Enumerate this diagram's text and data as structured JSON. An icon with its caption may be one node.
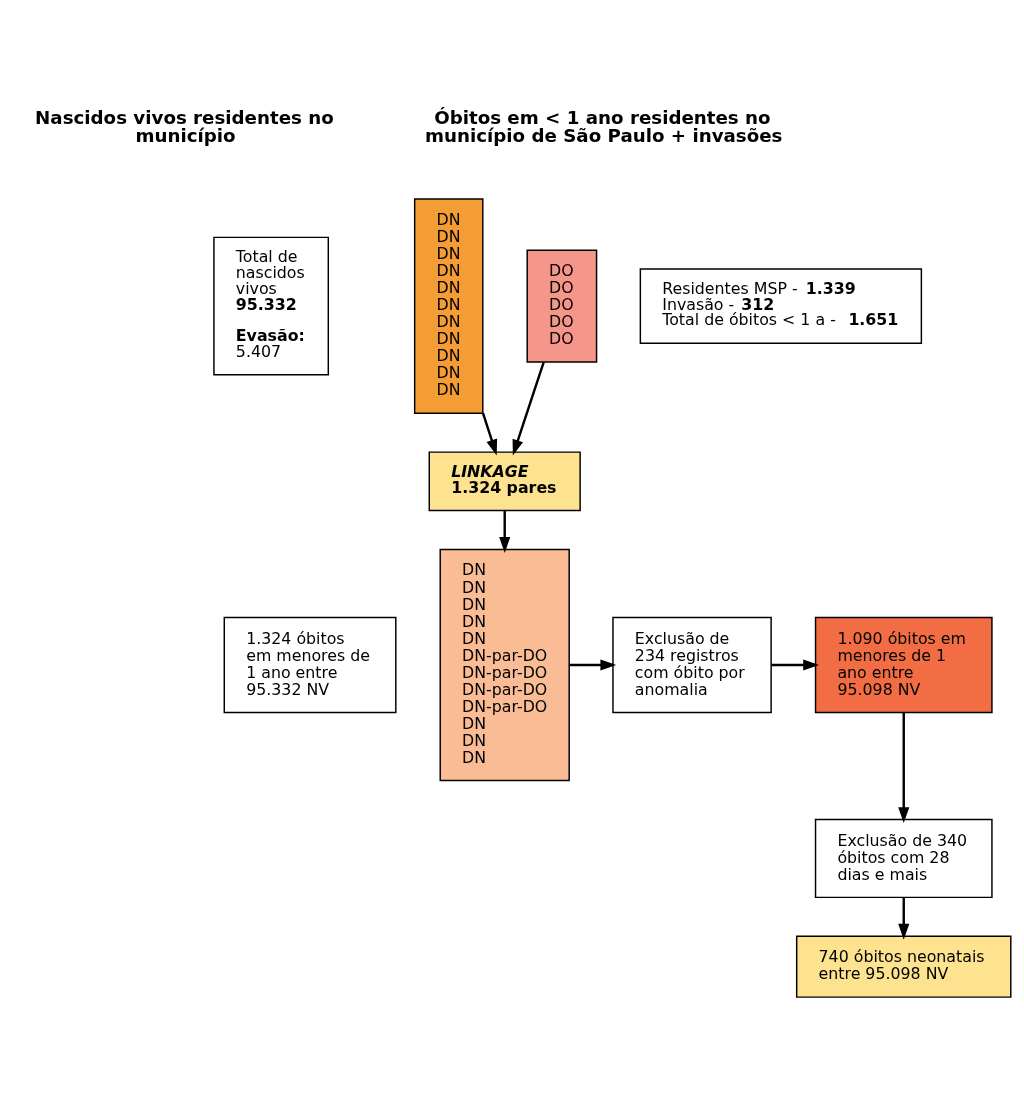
{
  "diagram": {
    "nodes": [
      {
        "text": [
          "Total de nascidos vivos **95.332**",
          "**Evasão:** 5.407"
        ]
      },
      {
        "text": [
          "DN",
          "DN",
          "DN",
          "DN",
          "DN",
          "DN",
          "DN",
          "DN",
          "DN",
          "DN",
          "DN"
        ]
      },
      {
        "text": [
          "DO",
          "DO",
          "DO",
          "DO",
          "DO"
        ]
      },
      {
        "text": [
          "Residentes MSP - **1.339**",
          "Invasão - **312**",
          "Total de óbitos < 1 a - **1.651**"
        ]
      },
      {
        "text": [
          "LINKAGE",
          "1.324 pares"
        ]
      },
      {
        "text": [
          "1.324 óbitos em menores de 1 ano entre 95.332 NV"
        ]
      },
      {
        "text": [
          "DN",
          "DN",
          "DN",
          "DN",
          "DN",
          "DN-par-DO",
          "DN-par-DO",
          "DN-par-DO",
          "DN-par-DO",
          "DN",
          "DN",
          "DN"
        ]
      },
      {
        "text": [
          "Exclusão de 234 registros com óbito por anomalia"
        ]
      },
      {
        "text": [
          "1.090 óbitos em menores de 1 ano entre 95.098 NV"
        ]
      },
      {
        "text": [
          "Exclusão de 340 óbitos com 28 dias e mais"
        ]
      },
      {
        "text": [
          "740 óbitos neonatais entre 95.098 NV"
        ]
      }
    ],
    "edges": [
      {
        "from": 1,
        "to": 4,
        "arrow": "to"
      },
      {
        "from": 2,
        "to": 4,
        "arrow": "to"
      },
      {
        "from": 4,
        "to": 6,
        "arrow": "to"
      },
      {
        "from": 6,
        "to": 7,
        "arrow": "to"
      },
      {
        "from": 7,
        "to": 8,
        "arrow": "to"
      },
      {
        "from": 8,
        "to": 9,
        "arrow": "to"
      },
      {
        "from": 9,
        "to": 10,
        "arrow": "to"
      }
    ],
    "labels": [
      "Nascidos vivos residentes no município",
      "Óbitos em < 1 ano residentes no município de São Paulo + invasões"
    ]
  }
}
